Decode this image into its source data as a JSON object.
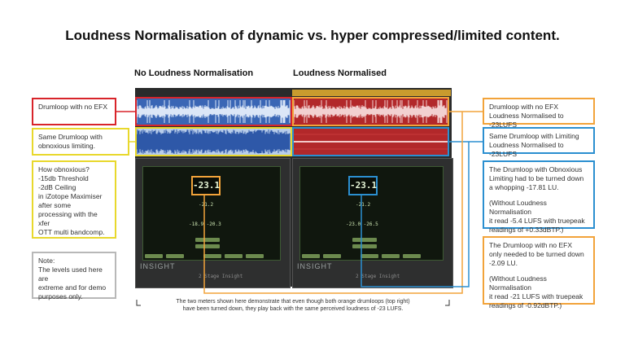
{
  "title": "Loudness Normalisation of dynamic vs. hyper compressed/limited content.",
  "headers": {
    "left": "No Loudness Normalisation",
    "right": "Loudness Normalised"
  },
  "left_notes": {
    "red": "Drumloop with no EFX",
    "yellow": "Same Drumloop with obnoxious limiting.",
    "how": [
      "How obnoxious?",
      "-15db Threshold",
      "-2dB Ceiling",
      "in iZotope Maximiser",
      "after some",
      "processing with the xfer",
      "OTT multi bandcomp."
    ],
    "note": [
      "Note:",
      "The levels used here are",
      "extreme and for demo",
      "purposes only."
    ]
  },
  "right_notes": {
    "orange_top": [
      "Drumloop with no EFX",
      "Loudness Normalised to -23LUFS"
    ],
    "blue_top": [
      "Same Drumloop with Limiting",
      "Loudness Normalised to -23LUFS"
    ],
    "blue_detail": [
      "The Drumloop with Obnoxious",
      "Limiting had to be turned down",
      "a whopping -17.81 LU."
    ],
    "blue_detail2": [
      "(Without Loudness Normalisation",
      "it read -5.4 LUFS with truepeak",
      "readings of +0.33dBTP.)"
    ],
    "orange_detail": [
      "The Drumloop with no EFX",
      "only needed to be turned down",
      "-2.09 LU."
    ],
    "orange_detail2": [
      "(Without Loudness Normalisation",
      "it read -21 LUFS with truepeak",
      "readings of -0.92dBTP.)"
    ]
  },
  "meters": {
    "left_value": "-23.1",
    "right_value": "-23.1",
    "left_sub": "-21.2",
    "right_sub": "-21.2",
    "left_small": "-18.9  -20.3",
    "right_small": "-23.0  -26.5",
    "brand": "INSIGHT",
    "left_footer": "2 Stage Insight",
    "right_footer": "2 Stage Insight"
  },
  "caption": [
    "The two meters shown here demonstrate that even though both orange drumloops (top right)",
    "have been turned down, they play back with the same perceived loudness of -23 LUFS."
  ],
  "colors": {
    "red": "#d8242a",
    "yellow": "#e8d82c",
    "blue": "#2b8fd0",
    "orange": "#f2a33a",
    "gray": "#b8b8b8",
    "wave_blue_bg": "#3a66b5",
    "wave_blue_light": "#b8cdea",
    "wave_red_bg": "#b2282a"
  }
}
